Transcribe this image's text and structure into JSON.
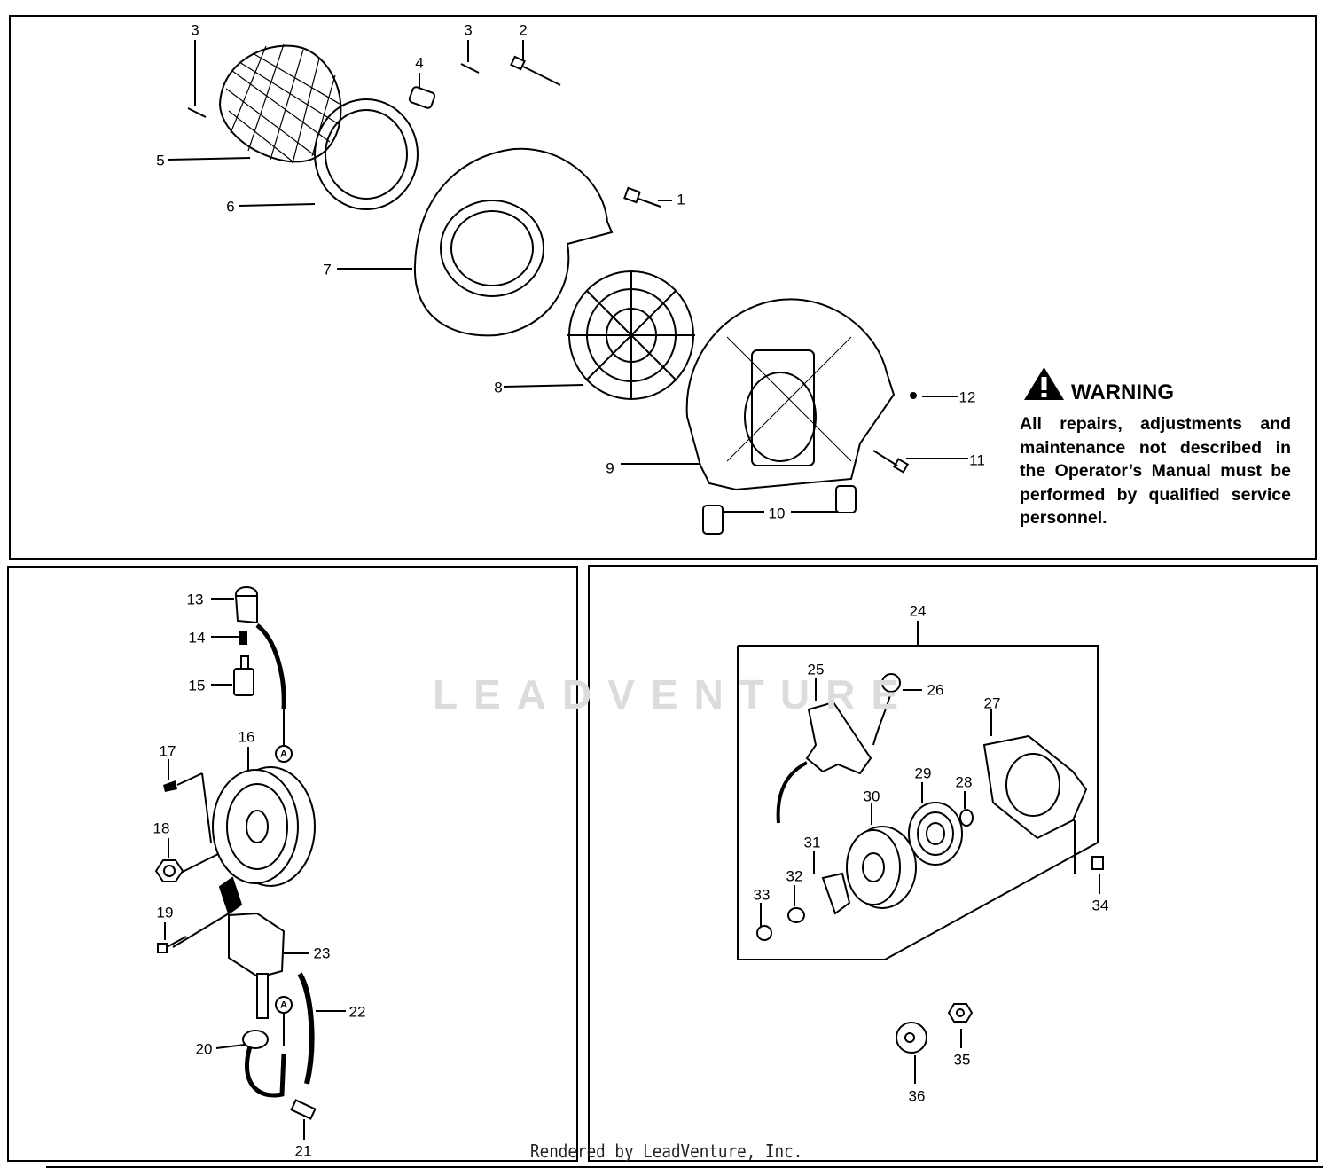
{
  "warning": {
    "title": "WARNING",
    "text": "All repairs, adjustments and maintenance not described in the Operator’s Manual must be performed by qualified service personnel."
  },
  "callouts": {
    "c3a": "3",
    "c3b": "3",
    "c2": "2",
    "c4": "4",
    "c5": "5",
    "c6": "6",
    "c1": "1",
    "c7": "7",
    "c8": "8",
    "c12": "12",
    "c9": "9",
    "c11": "11",
    "c10": "10",
    "c13": "13",
    "c14": "14",
    "c15": "15",
    "c16": "16",
    "c17": "17",
    "c18": "18",
    "c19": "19",
    "c23": "23",
    "c22": "22",
    "c20": "20",
    "c21": "21",
    "c24": "24",
    "c25": "25",
    "c26": "26",
    "c27": "27",
    "c29": "29",
    "c28": "28",
    "c30": "30",
    "c31": "31",
    "c32": "32",
    "c33": "33",
    "c34": "34",
    "c35": "35",
    "c36": "36"
  },
  "connectors": {
    "a_top": "A",
    "a_bottom": "A"
  },
  "watermark": {
    "brand": "LEADVENTURE"
  },
  "footer": {
    "credit": "Rendered by LeadVenture, Inc."
  }
}
